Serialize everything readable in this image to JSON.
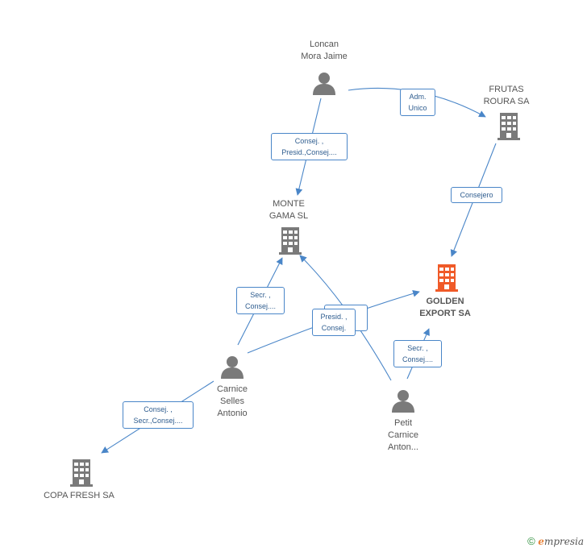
{
  "colors": {
    "edge": "#4a86c8",
    "node_gray": "#7a7a7a",
    "focus": "#f05a28"
  },
  "nodes": {
    "loncan": {
      "label": "Loncan\nMora Jaime",
      "type": "person",
      "icon": "person-icon"
    },
    "frutas": {
      "label": "FRUTAS\nROURA SA",
      "type": "company",
      "icon": "building-icon"
    },
    "monte": {
      "label": "MONTE\nGAMA SL",
      "type": "company",
      "icon": "building-icon"
    },
    "golden": {
      "label": "GOLDEN\nEXPORT SA",
      "type": "company",
      "icon": "building-icon",
      "focus": true
    },
    "carnice": {
      "label": "Carnice\nSelles\nAntonio",
      "type": "person",
      "icon": "person-icon"
    },
    "petit": {
      "label": "Petit\nCarnice\nAnton...",
      "type": "person",
      "icon": "person-icon"
    },
    "copa": {
      "label": "COPA FRESH SA",
      "type": "company",
      "icon": "building-icon"
    }
  },
  "edges": {
    "loncan_frutas": "Adm.\nUnico",
    "loncan_monte": "Consej. ,\nPresid.,Consej....",
    "frutas_golden": "Consejero",
    "carnice_monte": "Secr. ,\nConsej....",
    "carnice_golden": "Presid. ,\nConsej.",
    "petit_monte": "",
    "petit_golden": "Secr. ,\nConsej....",
    "carnice_copa": "Consej. ,\nSecr.,Consej...."
  },
  "footer": {
    "copyright": "©",
    "brand_initial": "e",
    "brand_rest": "mpresia"
  }
}
